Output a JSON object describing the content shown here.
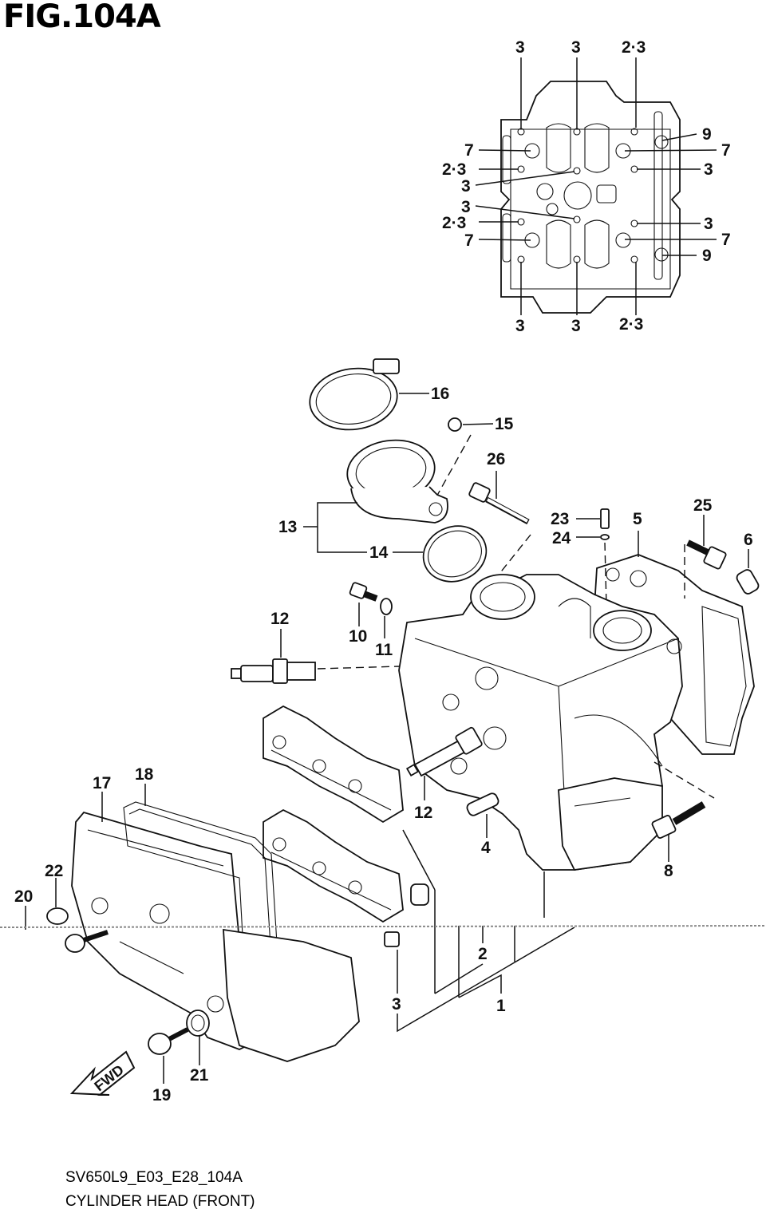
{
  "figure_title": "FIG.104A",
  "footer": {
    "code": "SV650L9_E03_E28_104A",
    "caption": "CYLINDER HEAD (FRONT)"
  },
  "fwd_label": "FWD",
  "callouts": {
    "top_3a": "3",
    "top_3b": "3",
    "top_23": "2·3",
    "r_9a": "9",
    "r_7a": "7",
    "r_3a": "3",
    "r_3b": "3",
    "r_7b": "7",
    "r_9b": "9",
    "l_7a": "7",
    "l_23a": "2·3",
    "l_3a": "3",
    "l_3b": "3",
    "l_23b": "2·3",
    "l_7b": "7",
    "bot_3a": "3",
    "bot_3b": "3",
    "bot_23": "2·3",
    "p16": "16",
    "p15": "15",
    "p26": "26",
    "p13": "13",
    "p14": "14",
    "p23": "23",
    "p24": "24",
    "p5": "5",
    "p25": "25",
    "p6": "6",
    "p12a": "12",
    "p10": "10",
    "p11": "11",
    "p12b": "12",
    "p4": "4",
    "p8": "8",
    "p17": "17",
    "p18": "18",
    "p22": "22",
    "p20": "20",
    "p2": "2",
    "p1": "1",
    "p3": "3",
    "p21": "21",
    "p19": "19"
  }
}
